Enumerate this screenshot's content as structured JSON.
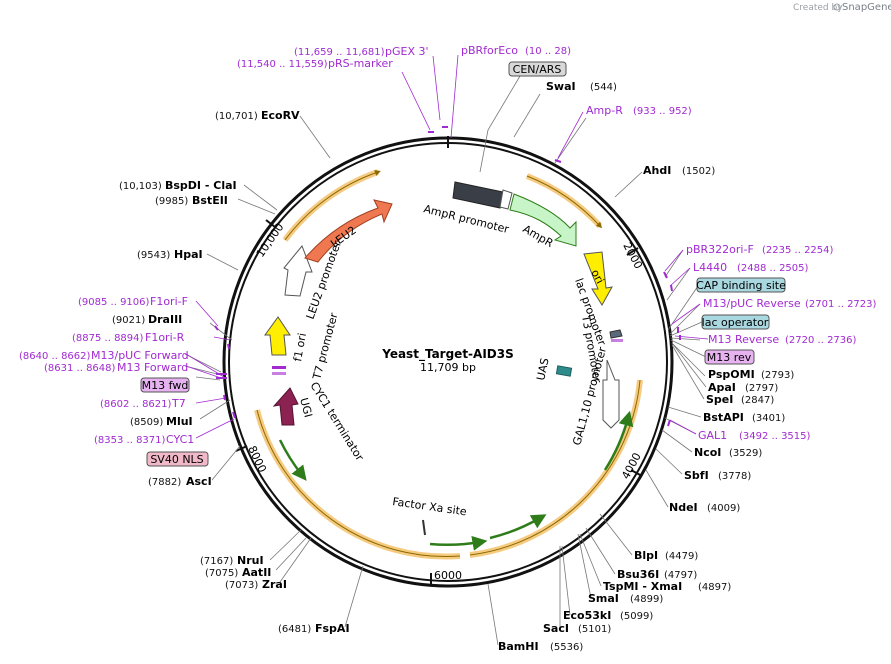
{
  "credit": {
    "text": "Created by",
    "brand": "SnapGene"
  },
  "plasmid": {
    "name": "Yeast_Target-AID3S",
    "size": "11,709 bp"
  },
  "ticks": [
    "2000",
    "4000",
    "6000",
    "8000",
    "10,000"
  ],
  "enzymes": {
    "swai": {
      "name": "SwaI",
      "pos": "(544)"
    },
    "ahdi": {
      "name": "AhdI",
      "pos": "(1502)"
    },
    "pspomi": {
      "name": "PspOMI",
      "pos": "(2793)"
    },
    "apai": {
      "name": "ApaI",
      "pos": "(2797)"
    },
    "spei": {
      "name": "SpeI",
      "pos": "(2847)"
    },
    "bstapi": {
      "name": "BstAPI",
      "pos": "(3401)"
    },
    "ncoi": {
      "name": "NcoI",
      "pos": "(3529)"
    },
    "sbfi": {
      "name": "SbfI",
      "pos": "(3778)"
    },
    "ndei": {
      "name": "NdeI",
      "pos": "(4009)"
    },
    "blpi": {
      "name": "BlpI",
      "pos": "(4479)"
    },
    "bsu36i": {
      "name": "Bsu36I",
      "pos": "(4797)"
    },
    "tspmi": {
      "name": "TspMI  - XmaI",
      "pos": "(4897)"
    },
    "smai": {
      "name": "SmaI",
      "pos": "(4899)"
    },
    "eco53ki": {
      "name": "Eco53kI",
      "pos": "(5099)"
    },
    "saci": {
      "name": "SacI",
      "pos": "(5101)"
    },
    "bamhi": {
      "name": "BamHI",
      "pos": "(5536)"
    },
    "fspai": {
      "name": "FspAI",
      "pos": "(6481)"
    },
    "zrai": {
      "name": "ZraI",
      "pos": "(7073)"
    },
    "aatii": {
      "name": "AatII",
      "pos": "(7075)"
    },
    "nrui": {
      "name": "NruI",
      "pos": "(7167)"
    },
    "asci": {
      "name": "AscI",
      "pos": "(7882)"
    },
    "mlui": {
      "name": "MluI",
      "pos": "(8509)"
    },
    "draiii": {
      "name": "DraIII",
      "pos": "(9021)"
    },
    "hpai": {
      "name": "HpaI",
      "pos": "(9543)"
    },
    "bsteii": {
      "name": "BstEII",
      "pos": "(9985)"
    },
    "bspdi": {
      "name": "BspDI   - ClaI",
      "pos": "(10,103)"
    },
    "ecorv": {
      "name": "EcoRV",
      "pos": "(10,701)"
    }
  },
  "primers": {
    "pgex3": {
      "name": "pGEX 3'",
      "pos": "(11,659 .. 11,681)"
    },
    "prsmarker": {
      "name": "pRS-marker",
      "pos": "(11,540 .. 11,559)"
    },
    "pbrforeco": {
      "name": "pBRforEco",
      "pos": "(10 .. 28)"
    },
    "ampr": {
      "name": "Amp-R",
      "pos": "(933 .. 952)"
    },
    "pbr322ori": {
      "name": "pBR322ori-F",
      "pos": "(2235 .. 2254)"
    },
    "l4440": {
      "name": "L4440",
      "pos": "(2488 .. 2505)"
    },
    "m13puc_rev": {
      "name": "M13/pUC Reverse",
      "pos": "(2701 .. 2723)"
    },
    "m13reverse": {
      "name": "M13 Reverse",
      "pos": "(2720 .. 2736)"
    },
    "gal1": {
      "name": "GAL1",
      "pos": "(3492 .. 3515)"
    },
    "cyc1": {
      "name": "CYC1",
      "pos": "(8353 .. 8371)"
    },
    "t7": {
      "name": "T7",
      "pos": "(8602 .. 8621)"
    },
    "m13forward": {
      "name": "M13 Forward",
      "pos": "(8631 .. 8648)"
    },
    "m13puc_fwd": {
      "name": "M13/pUC Forward",
      "pos": "(8640 .. 8662)"
    },
    "f1orir": {
      "name": "F1ori-R",
      "pos": "(8875 .. 8894)"
    },
    "f1orif": {
      "name": "F1ori-F",
      "pos": "(9085 .. 9106)"
    }
  },
  "boxes": {
    "cenars": "CEN/ARS",
    "cap": "CAP binding site",
    "lacop": "lac operator",
    "m13rev": "M13 rev",
    "m13fwd": "M13 fwd",
    "sv40": "SV40 NLS"
  },
  "features": {
    "ampr_promoter": "AmpR promoter",
    "ampr": "AmpR",
    "ori": "ori",
    "lac_promoter": "lac promoter",
    "t3_promoter": "T3 promoter",
    "uas": "UAS",
    "gal110": "GAL1,10 promoter",
    "factorxa": "Factor Xa site",
    "cyc1_term": "CYC1 terminator",
    "ug1": "UGI",
    "t7_promoter": "T7 promoter",
    "f1ori": "f1 ori",
    "leu2_promoter": "LEU2 promoter",
    "leu2": "LEU2"
  },
  "colors": {
    "backbone": "#111111",
    "primer": "#a12ad1",
    "ampr": "#c8f5c8",
    "ori": "#ffee00",
    "leu2": "#f07850",
    "cyc1": "#8b2252",
    "orf": "#f5b942",
    "cenars": "#3a3f47",
    "uas": "#2e8b8b",
    "box_purple": "#e6b3f0",
    "box_blue": "#a9d8e0",
    "box_pink": "#f0b8c8"
  }
}
